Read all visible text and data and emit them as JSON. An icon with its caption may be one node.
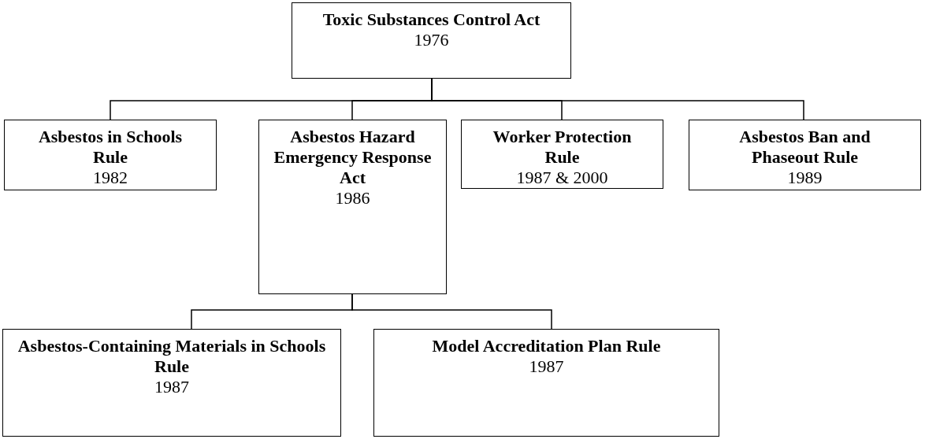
{
  "diagram": {
    "nodes": [
      {
        "text": [
          "Toxic Substances Control Act",
          "1976"
        ]
      },
      {
        "text": [
          "Asbestos in Schools Rule",
          "1982"
        ]
      },
      {
        "text": [
          "Asbestos Hazard Emergency Response Act",
          "1986"
        ]
      },
      {
        "text": [
          "Worker Protection Rule",
          "1987 & 2000"
        ]
      },
      {
        "text": [
          "Asbestos Ban and Phaseout Rule",
          "1989"
        ]
      },
      {
        "text": [
          "Asbestos-Containing Materials in Schools Rule",
          "1987"
        ]
      },
      {
        "text": [
          "Model Accreditation Plan Rule",
          "1987"
        ]
      }
    ],
    "edges": [
      {
        "from": 0,
        "to": 1,
        "arrow": "none"
      },
      {
        "from": 0,
        "to": 2,
        "arrow": "none"
      },
      {
        "from": 0,
        "to": 3,
        "arrow": "none"
      },
      {
        "from": 0,
        "to": 4,
        "arrow": "none"
      },
      {
        "from": 2,
        "to": 5,
        "arrow": "none"
      },
      {
        "from": 2,
        "to": 6,
        "arrow": "none"
      }
    ]
  }
}
